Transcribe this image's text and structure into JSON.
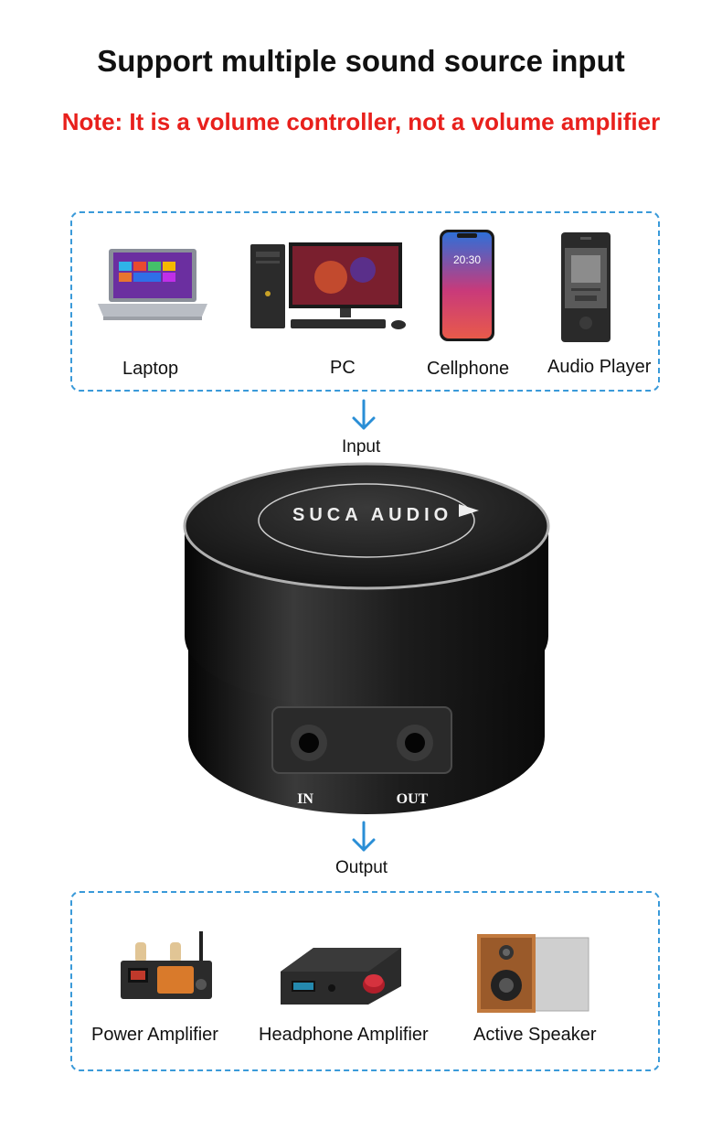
{
  "header": {
    "title": "Support multiple sound source input",
    "note": "Note: It is a volume controller, not a volume amplifier"
  },
  "inputs": [
    {
      "label": "Laptop",
      "icon": "laptop-icon"
    },
    {
      "label": "PC",
      "icon": "desktop-pc-icon"
    },
    {
      "label": "Cellphone",
      "icon": "cellphone-icon"
    },
    {
      "label": "Audio Player",
      "icon": "audio-player-icon"
    }
  ],
  "phone_time": "20:30",
  "flow": {
    "input_label": "Input",
    "output_label": "Output"
  },
  "device": {
    "brand": "SUCA AUDIO",
    "port_in": "IN",
    "port_out": "OUT"
  },
  "outputs": [
    {
      "label": "Power Amplifier",
      "icon": "power-amplifier-icon"
    },
    {
      "label": "Headphone Amplifier",
      "icon": "headphone-amplifier-icon"
    },
    {
      "label": "Active Speaker",
      "icon": "active-speaker-icon"
    }
  ],
  "colors": {
    "note_red": "#e8201c",
    "accent_blue": "#3a9ad9"
  }
}
